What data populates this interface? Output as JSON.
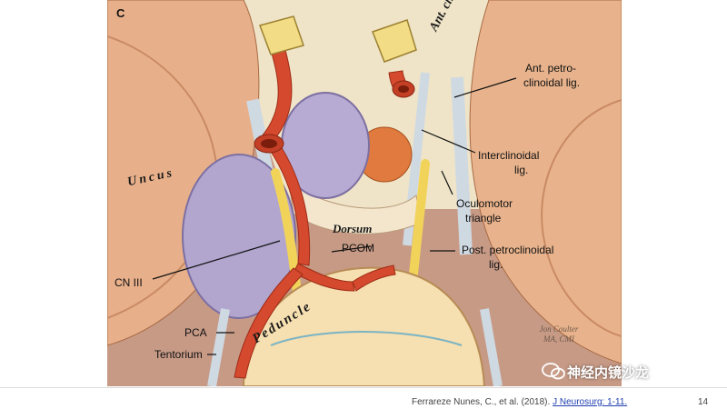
{
  "panel_letter": "C",
  "labels": {
    "ant_clinoid": "Ant. clinoid",
    "uncus": "Uncus",
    "dorsum": "Dorsum",
    "peduncle": "Peduncle",
    "ant_petroclinoidal_lig_1": "Ant. petro-",
    "ant_petroclinoidal_lig_2": "clinoidal lig.",
    "interclinoidal_lig_1": "Interclinoidal",
    "interclinoidal_lig_2": "lig.",
    "oculomotor_triangle_1": "Oculomotor",
    "oculomotor_triangle_2": "triangle",
    "post_petroclinoidal_lig_1": "Post. petroclinoidal",
    "post_petroclinoidal_lig_2": "lig.",
    "pcom": "PCOM",
    "cn_iii": "CN III",
    "pca": "PCA",
    "tentorium": "Tentorium"
  },
  "artist_signature": "Jon Coulter MA, CMI",
  "watermark": "神经内镜沙龙",
  "footer": {
    "citation_text": "Ferrareze Nunes, C., et al. (2018). ",
    "citation_link": "J Neurosurg: 1-11.",
    "page_number": "14"
  },
  "colors": {
    "brain": "#e9b48c",
    "artery": "#d5492e",
    "cyst": "#b2a6cf",
    "ligament": "#cfd9e2",
    "nerve": "#f2d35a"
  }
}
